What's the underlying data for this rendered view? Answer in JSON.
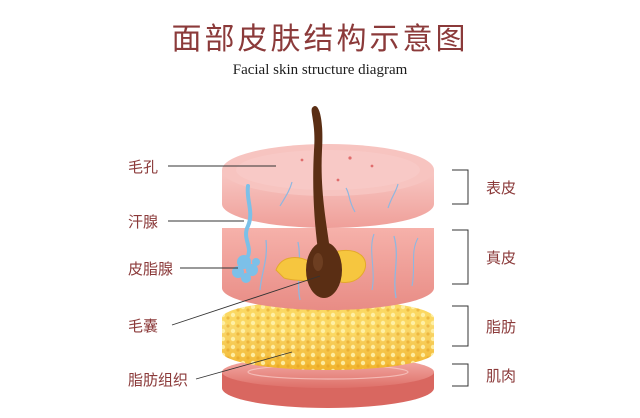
{
  "title": {
    "zh": "面部皮肤结构示意图",
    "en": "Facial skin structure diagram"
  },
  "left_labels": {
    "pore": "毛孔",
    "sweat_gland": "汗腺",
    "sebaceous_gland": "皮脂腺",
    "hair_follicle": "毛囊",
    "adipose_tissue": "脂肪组织"
  },
  "right_labels": {
    "epidermis": "表皮",
    "dermis": "真皮",
    "fat": "脂肪",
    "muscle": "肌肉"
  },
  "colors": {
    "title": "#8b3a3a",
    "label": "#8b3a3a",
    "epidermis": "#f2b2ae",
    "dermis": "#ee9f98",
    "fat": "#f6c63f",
    "muscle": "#e98982",
    "hair": "#5a2e14",
    "sweat_gland": "#7cc0e8",
    "vessel": "#8fb7e0",
    "line": "#333333"
  },
  "icons": [
    "hair-icon",
    "sweat-gland-icon",
    "sebaceous-gland-icon"
  ]
}
